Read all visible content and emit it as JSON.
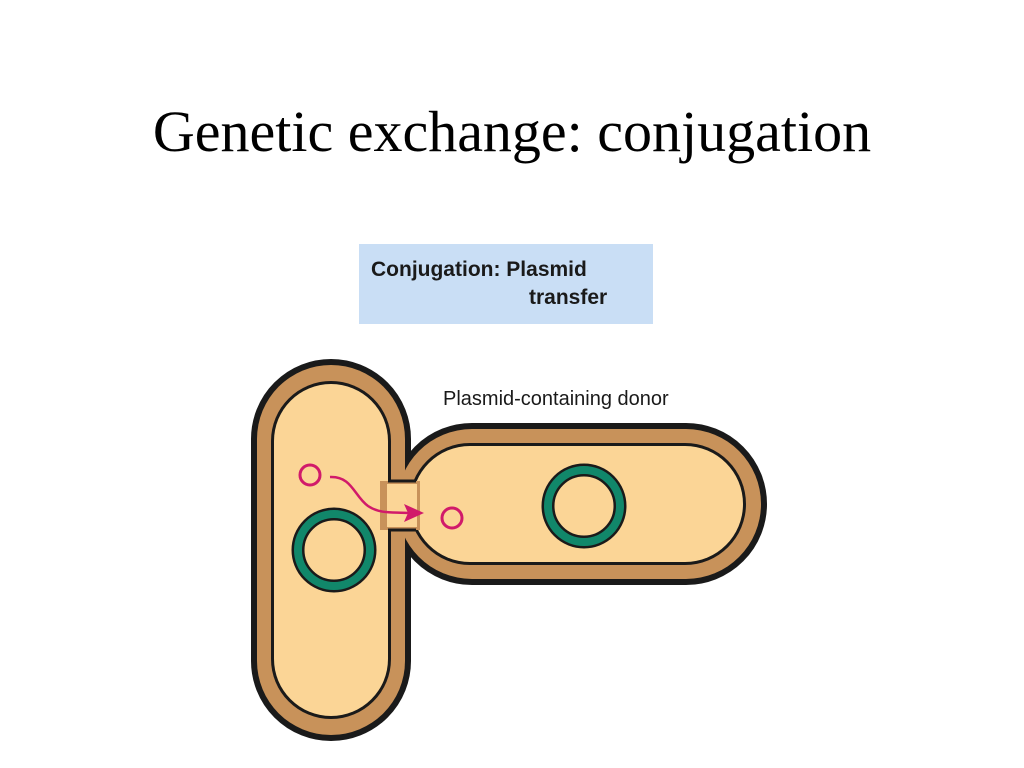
{
  "slide": {
    "title": "Genetic exchange: conjugation"
  },
  "diagram": {
    "header": {
      "line1": "Conjugation: Plasmid",
      "line2": "transfer"
    },
    "donor_label": "Plasmid-containing donor",
    "colors": {
      "cell_wall": "#c8925a",
      "cytoplasm": "#fbd596",
      "outline": "#1a1a1a",
      "chromosome": "#11876a",
      "plasmid": "#d11a6a",
      "header_bg": "#c9def5"
    }
  }
}
